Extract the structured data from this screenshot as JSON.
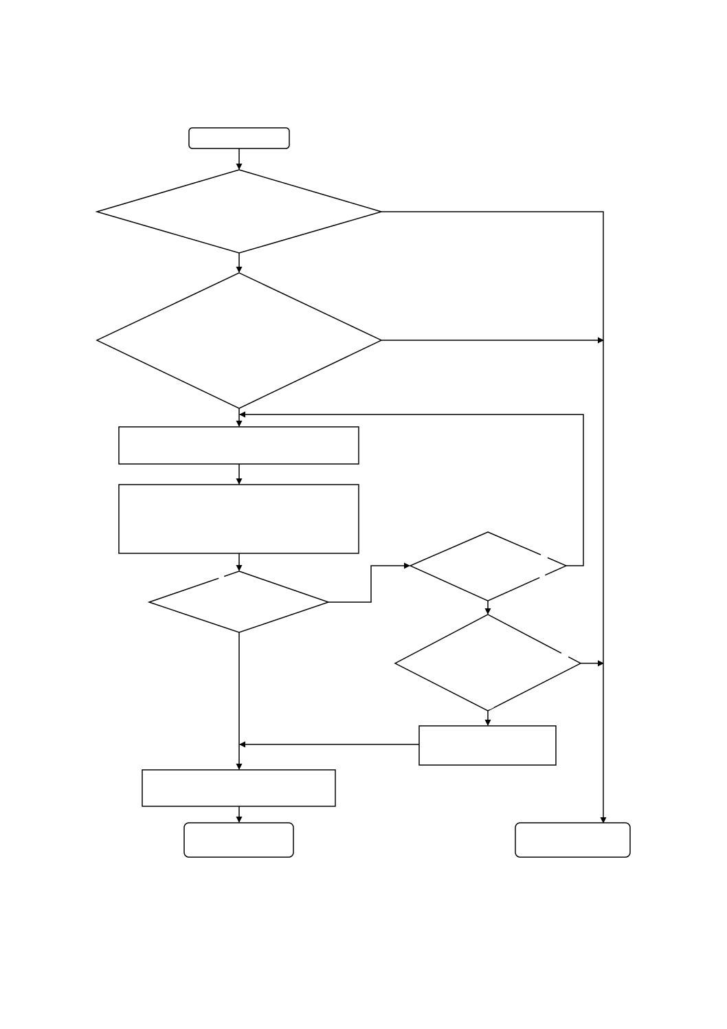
{
  "diagram": {
    "type": "flowchart",
    "colors": {
      "background": "#ffffff",
      "stroke": "#000000",
      "fill": "#ffffff"
    },
    "nodes": [
      {
        "id": "start",
        "shape": "rounded-rectangle",
        "text": ""
      },
      {
        "id": "decision-1",
        "shape": "diamond",
        "text": ""
      },
      {
        "id": "decision-2",
        "shape": "diamond",
        "text": ""
      },
      {
        "id": "process-1",
        "shape": "rectangle",
        "text": ""
      },
      {
        "id": "process-2",
        "shape": "rectangle",
        "text": ""
      },
      {
        "id": "decision-3",
        "shape": "diamond",
        "text": ""
      },
      {
        "id": "decision-4",
        "shape": "diamond",
        "text": ""
      },
      {
        "id": "decision-5",
        "shape": "diamond",
        "text": ""
      },
      {
        "id": "process-3",
        "shape": "rectangle",
        "text": ""
      },
      {
        "id": "process-4",
        "shape": "rectangle",
        "text": ""
      },
      {
        "id": "end-left",
        "shape": "rounded-rectangle",
        "text": ""
      },
      {
        "id": "end-right",
        "shape": "rounded-rectangle",
        "text": ""
      }
    ],
    "edges": [
      {
        "from": "start",
        "to": "decision-1"
      },
      {
        "from": "decision-1",
        "to": "decision-2"
      },
      {
        "from": "decision-1",
        "to": "end-right"
      },
      {
        "from": "decision-2",
        "to": "end-right"
      },
      {
        "from": "decision-2",
        "to": "process-1"
      },
      {
        "from": "process-1",
        "to": "process-2"
      },
      {
        "from": "process-2",
        "to": "decision-3"
      },
      {
        "from": "decision-3",
        "to": "decision-4"
      },
      {
        "from": "decision-3",
        "to": "process-4"
      },
      {
        "from": "decision-4",
        "to": "process-1"
      },
      {
        "from": "decision-4",
        "to": "decision-5"
      },
      {
        "from": "decision-5",
        "to": "end-right"
      },
      {
        "from": "decision-5",
        "to": "process-3"
      },
      {
        "from": "process-3",
        "to": "process-4"
      },
      {
        "from": "process-4",
        "to": "end-left"
      }
    ]
  }
}
